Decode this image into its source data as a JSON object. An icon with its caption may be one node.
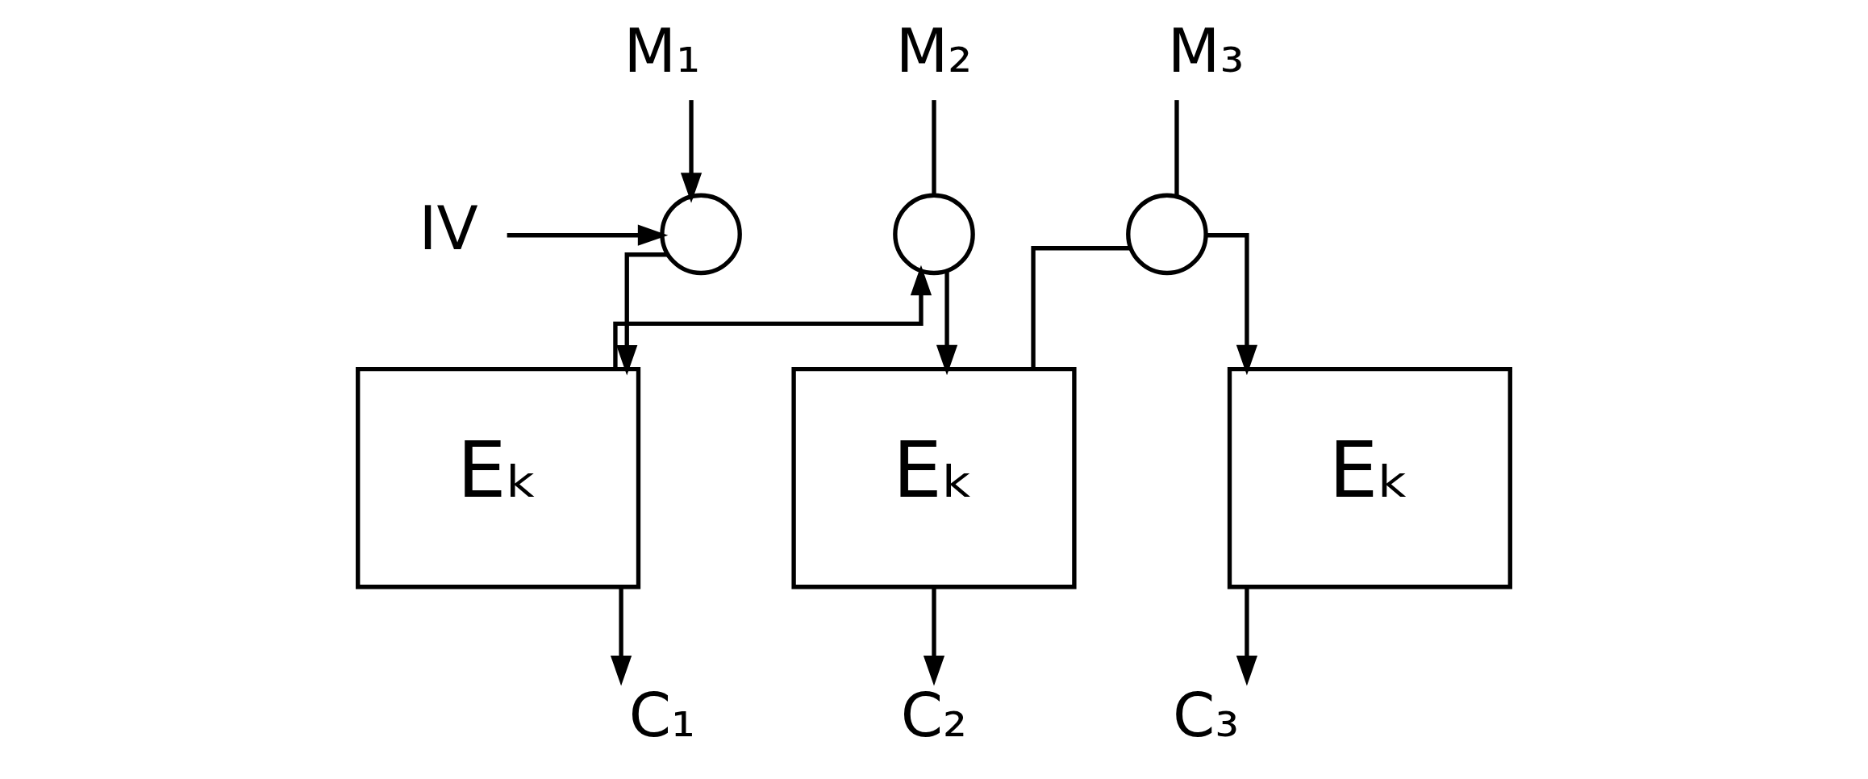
{
  "diagram": {
    "nodes": [
      {
        "text": [
          "IV"
        ]
      },
      {
        "text": [
          "M₁"
        ]
      },
      {
        "text": [],
        "shape": "circle"
      },
      {
        "text": [
          "Eₖ"
        ]
      },
      {
        "text": [
          "C₁"
        ]
      },
      {
        "text": [
          "M₂"
        ]
      },
      {
        "text": [],
        "shape": "circle"
      },
      {
        "text": [
          "Eₖ"
        ]
      },
      {
        "text": [
          "C₂"
        ]
      },
      {
        "text": [
          "M₃"
        ]
      },
      {
        "text": [],
        "shape": "circle"
      },
      {
        "text": [
          "Eₖ"
        ]
      },
      {
        "text": [
          "C₃"
        ]
      }
    ],
    "edges": [
      {
        "from": 0,
        "to": 2,
        "arrow": "to"
      },
      {
        "from": 1,
        "to": 2,
        "arrow": "to"
      },
      {
        "from": 2,
        "to": 3,
        "arrow": "to"
      },
      {
        "from": 3,
        "to": 4,
        "arrow": "to"
      },
      {
        "from": 3,
        "to": 6,
        "arrow": "to"
      },
      {
        "from": 5,
        "to": 6,
        "arrow": "none"
      },
      {
        "from": 6,
        "to": 7,
        "arrow": "to"
      },
      {
        "from": 7,
        "to": 8,
        "arrow": "to"
      },
      {
        "from": 7,
        "to": 10,
        "arrow": "none"
      },
      {
        "from": 9,
        "to": 10,
        "arrow": "none"
      },
      {
        "from": 10,
        "to": 11,
        "arrow": "to"
      },
      {
        "from": 11,
        "to": 12,
        "arrow": "to"
      }
    ]
  }
}
